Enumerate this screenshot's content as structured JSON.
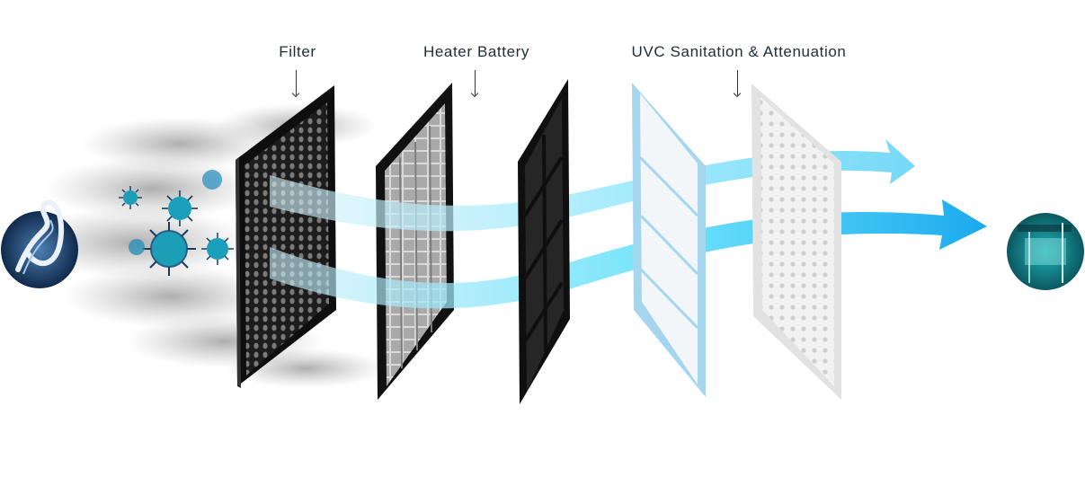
{
  "labels": {
    "filter": "Filter",
    "heater_battery": "Heater Battery",
    "uvc": "UVC Sanitation & Attenuation"
  },
  "colors": {
    "panel_dark": "#141414",
    "panel_mesh": "#3a3a3a",
    "panel_uvc_frame": "#9fd3ee",
    "panel_white": "#e8e8e8",
    "airflow_light": "#bfeefa",
    "airflow_strong": "#22c8f2",
    "virus": "#1c9fb6",
    "smoke": "#8a8a8a"
  },
  "icons": {
    "inlet": "dna-strand-icon",
    "outlet": "clean-room-icon"
  }
}
